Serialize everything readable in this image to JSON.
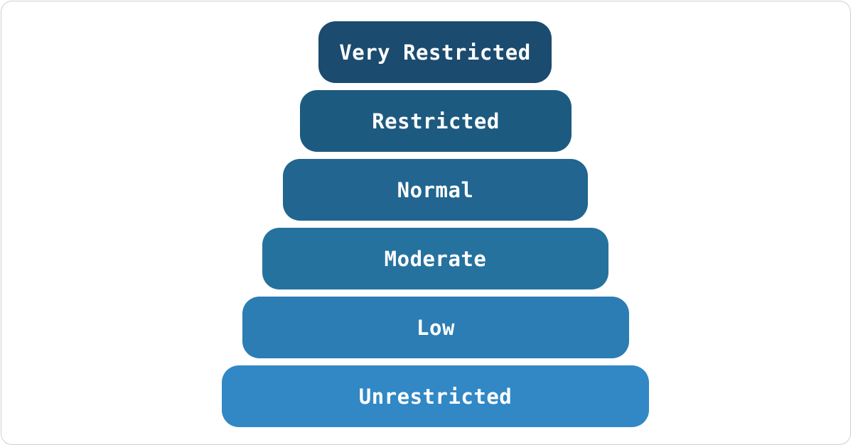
{
  "diagram": {
    "tiers": [
      {
        "label": "Very Restricted",
        "color": "#1b4b6f"
      },
      {
        "label": "Restricted",
        "color": "#1d5a80"
      },
      {
        "label": "Normal",
        "color": "#216590"
      },
      {
        "label": "Moderate",
        "color": "#26729f"
      },
      {
        "label": "Low",
        "color": "#2b7db4"
      },
      {
        "label": "Unrestricted",
        "color": "#3188c5"
      }
    ]
  }
}
